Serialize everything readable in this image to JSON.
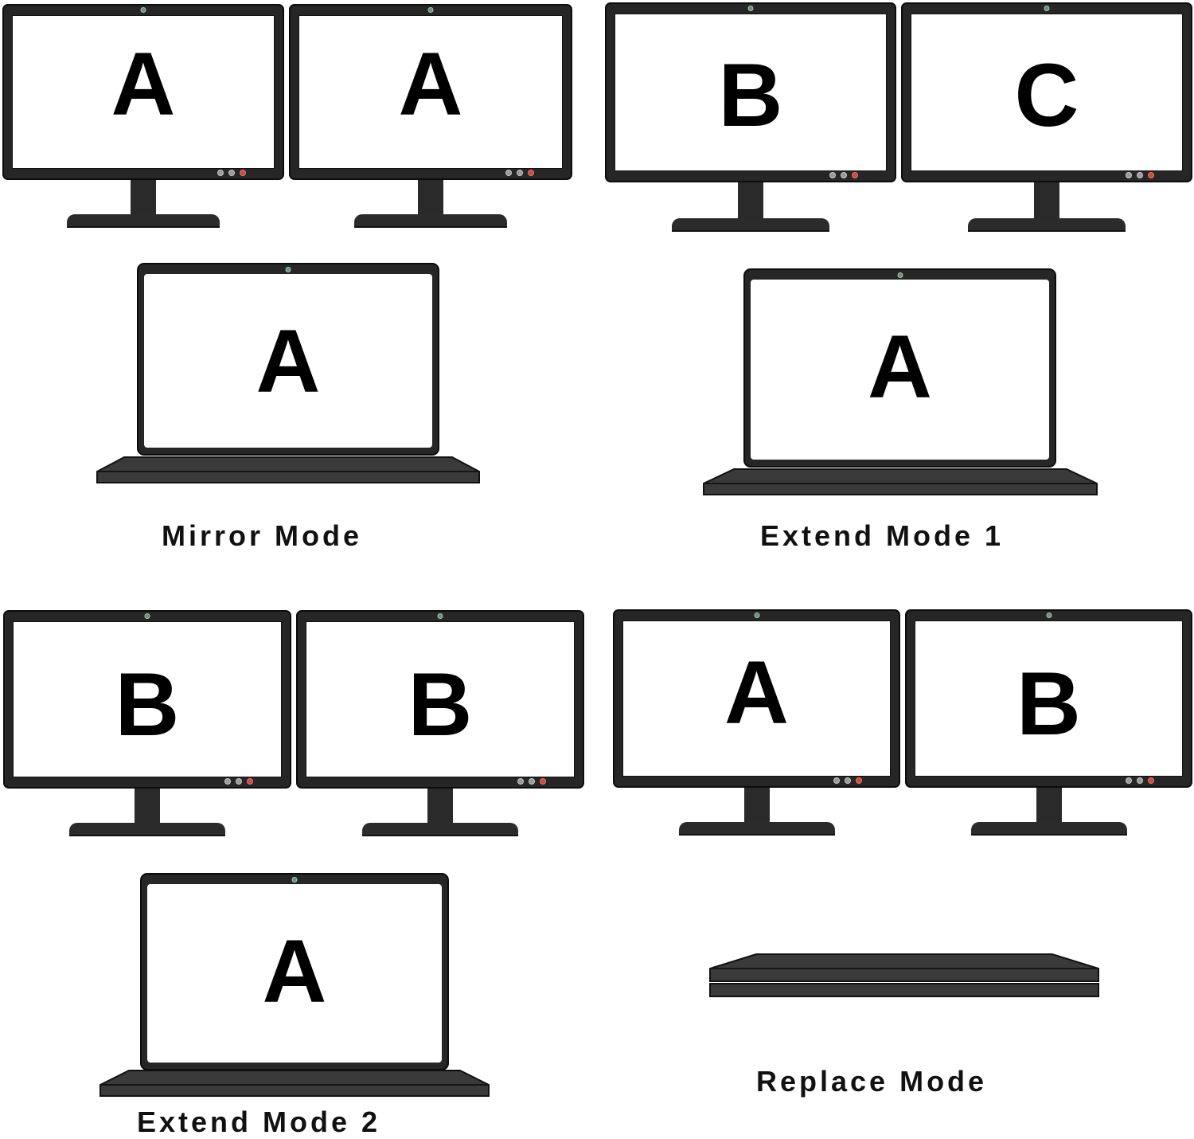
{
  "panels": [
    {
      "label": "Mirror Mode",
      "monitors": [
        "A",
        "A"
      ],
      "laptop_screen": "A"
    },
    {
      "label": "Extend Mode 1",
      "monitors": [
        "B",
        "C"
      ],
      "laptop_screen": "A"
    },
    {
      "label": "Extend Mode 2",
      "monitors": [
        "B",
        "B"
      ],
      "laptop_screen": "A"
    },
    {
      "label": "Replace Mode",
      "monitors": [
        "A",
        "B"
      ],
      "laptop_screen": null,
      "laptop_state": "closed"
    }
  ],
  "colors": {
    "device_body": "#262626",
    "screen": "#ffffff",
    "glyph": "#000000",
    "led_red": "#d44a3a",
    "led_grey": "#9a9a9a",
    "camera": "#6b8f79"
  },
  "icons": [
    "monitor-icon",
    "laptop-icon",
    "camera-dot-icon",
    "status-led-icon"
  ]
}
